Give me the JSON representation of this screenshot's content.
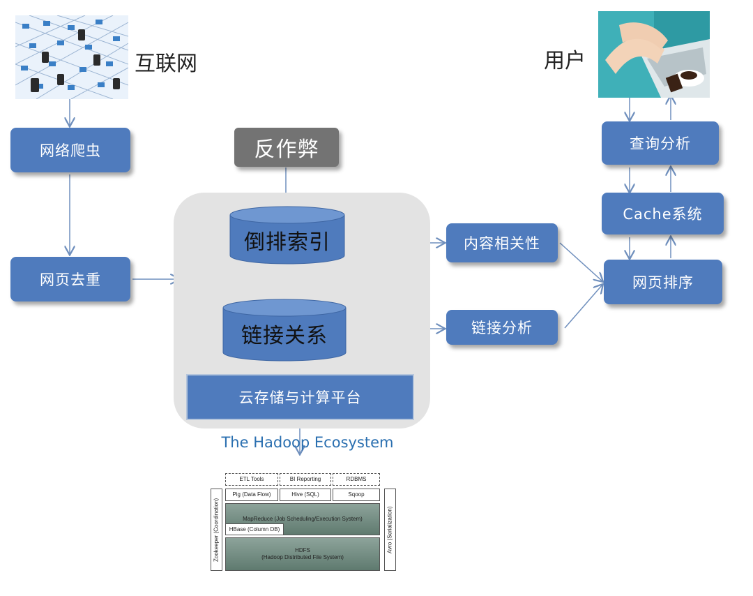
{
  "nodes": {
    "internet": "互联网",
    "crawler": "网络爬虫",
    "dedup": "网页去重",
    "anti_cheat": "反作弊",
    "inverted_index": "倒排索引",
    "link_relation": "链接关系",
    "cloud_platform": "云存储与计算平台",
    "content_relevance": "内容相关性",
    "link_analysis": "链接分析",
    "page_ranking": "网页排序",
    "cache_system": "Cache系统",
    "query_analysis": "查询分析",
    "user": "用户"
  },
  "hadoop": {
    "title": "The Hadoop Ecosystem",
    "etl": "ETL Tools",
    "bi": "BI Reporting",
    "rdbms": "RDBMS",
    "pig": "Pig (Data Flow)",
    "hive": "Hive (SQL)",
    "sqoop": "Sqoop",
    "mapreduce": "MapReduce (Job Scheduling/Execution System)",
    "hbase": "HBase (Column DB)",
    "hdfs": "HDFS",
    "hdfs_sub": "(Hadoop Distributed File System)",
    "zookeeper": "Zookeeper (Coordination)",
    "avro": "Avro (Serialization)"
  },
  "colors": {
    "box_blue": "#4f7bbd",
    "box_gray": "#737373",
    "platform_bg": "#e3e3e3",
    "arrow": "#6f8fbd",
    "hadoop_title": "#2a6fb0"
  },
  "icons": {
    "internet_image": "network-grid-icon",
    "user_image": "typing-user-icon"
  }
}
